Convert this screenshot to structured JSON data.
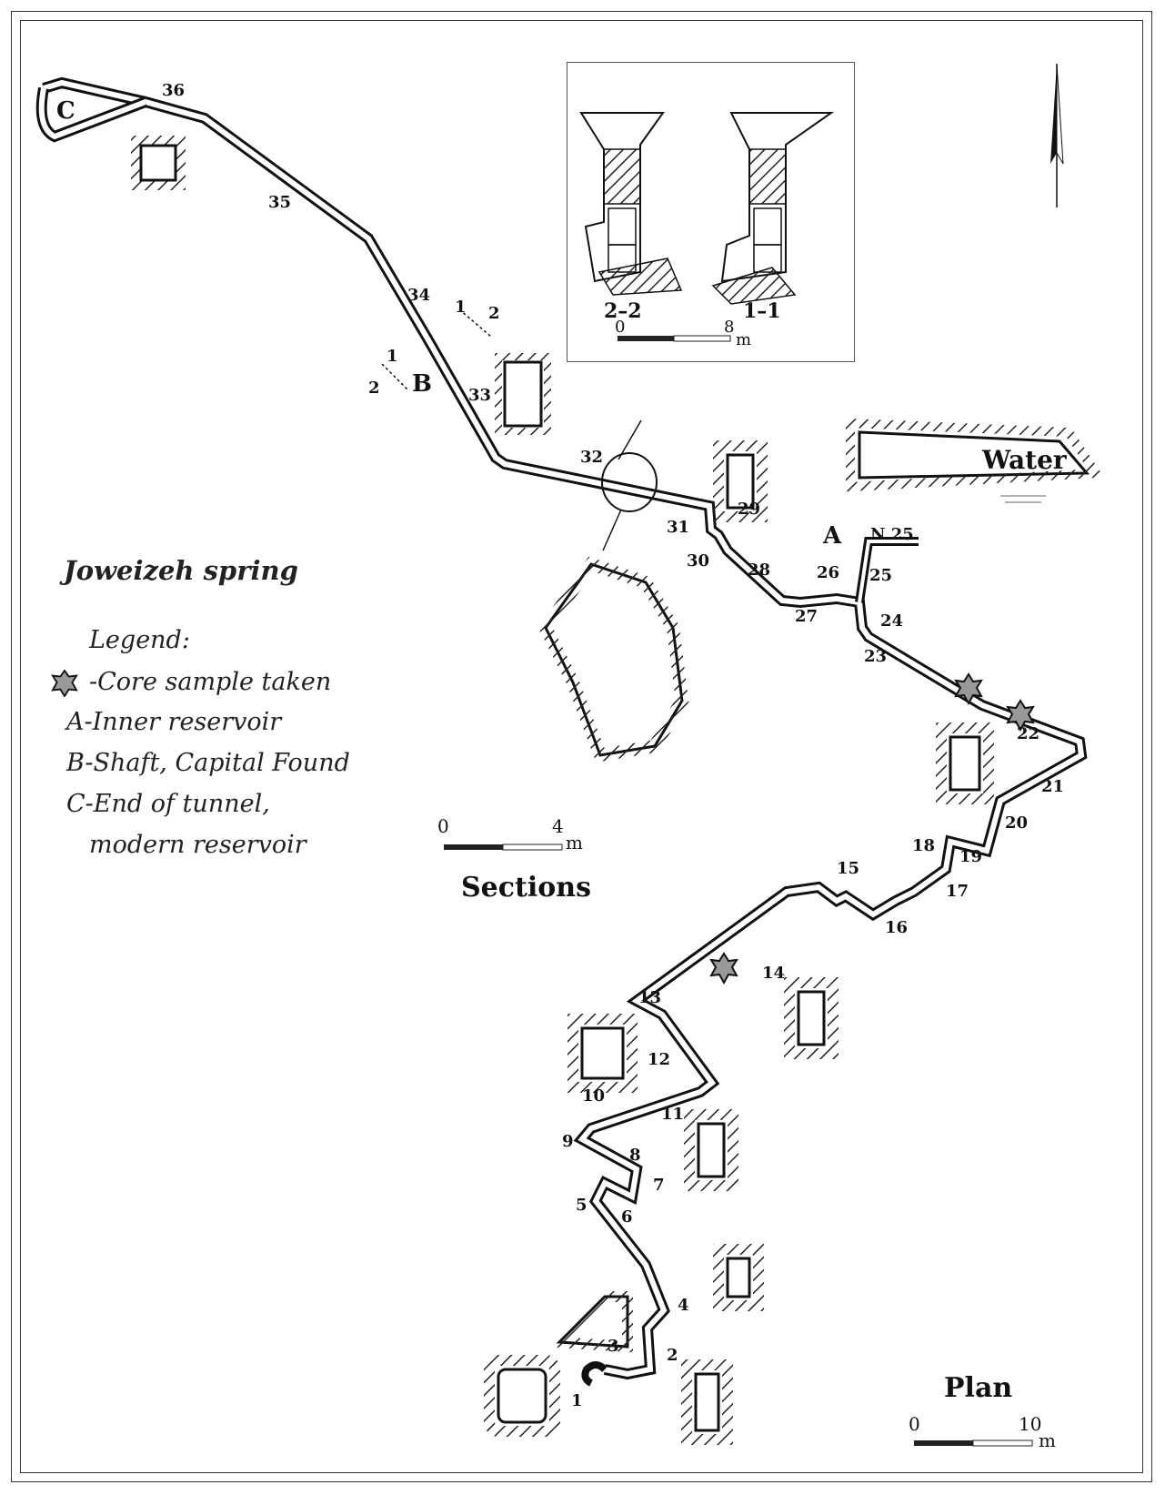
{
  "title": "Joweizeh spring",
  "legend": {
    "heading": "Legend:",
    "items": [
      {
        "key": "star",
        "text": "-Core sample taken"
      },
      {
        "key": "A",
        "text": "A-Inner reservoir"
      },
      {
        "key": "B",
        "text": "B-Shaft, Capital Found"
      },
      {
        "key": "C",
        "text": "C-End of tunnel,"
      },
      {
        "key": "C2",
        "text": "modern reservoir"
      }
    ]
  },
  "labels": {
    "A": "A",
    "B": "B",
    "C": "C",
    "water": "Water",
    "north_25": "N 25",
    "plan": "Plan",
    "sections": "Sections",
    "section_1": "1–1",
    "section_2": "2–2",
    "cut_1": "1",
    "cut_2": "2"
  },
  "scales": {
    "plan": {
      "start": "0",
      "end": "10",
      "unit": "m"
    },
    "sections": {
      "start": "0",
      "end": "4",
      "unit": "m"
    },
    "inset": {
      "start": "0",
      "end": "8",
      "unit": "m"
    }
  },
  "stations": [
    "1",
    "2",
    "3",
    "4",
    "5",
    "6",
    "7",
    "8",
    "9",
    "10",
    "11",
    "12",
    "13",
    "14",
    "15",
    "16",
    "17",
    "18",
    "19",
    "20",
    "21",
    "22",
    "23",
    "24",
    "25",
    "26",
    "27",
    "28",
    "29",
    "30",
    "31",
    "32",
    "33",
    "34",
    "35",
    "36"
  ],
  "colors": {
    "ink": "#111111",
    "star_fill": "#999999",
    "bar": "#222222"
  },
  "icons": {
    "north_arrow": "north-arrow-icon",
    "core_sample": "star-icon"
  }
}
